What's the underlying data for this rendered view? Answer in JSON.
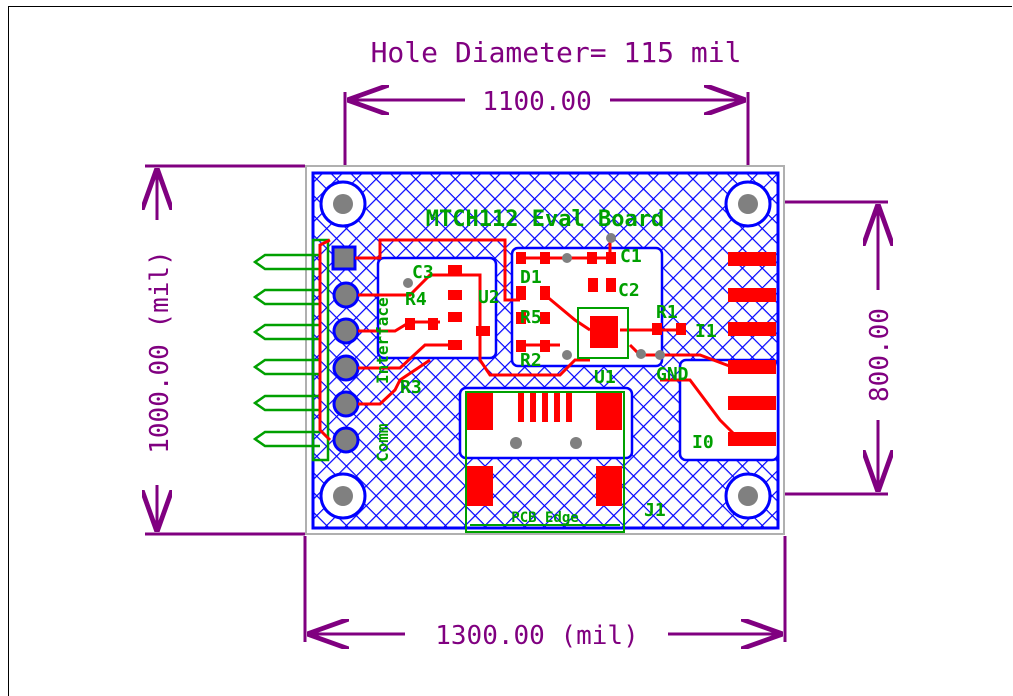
{
  "title": "Hole Diameter= 115 mil",
  "dimensions": {
    "top_width": "1100.00",
    "bottom_width": "1300.00 (mil)",
    "left_height": "1000.00 (mil)",
    "right_height": "800.00"
  },
  "board": {
    "name": "MTCH112 Eval Board",
    "labels": {
      "c1": "C1",
      "c2": "C2",
      "c3": "C3",
      "d1": "D1",
      "r1": "R1",
      "r2": "R2",
      "r3": "R3",
      "r4": "R4",
      "r5": "R5",
      "u1": "U1",
      "u2": "U2",
      "j1": "J1",
      "i1": "I1",
      "i0": "I0",
      "gnd": "GND",
      "comm": "Comm",
      "interface": "Interface",
      "pcb_edge": "PCB Edge"
    }
  },
  "colors": {
    "dimension": "#800080",
    "copper": "#ff0000",
    "pour": "#0000ff",
    "silk": "#00a000",
    "hole": "#808080"
  }
}
